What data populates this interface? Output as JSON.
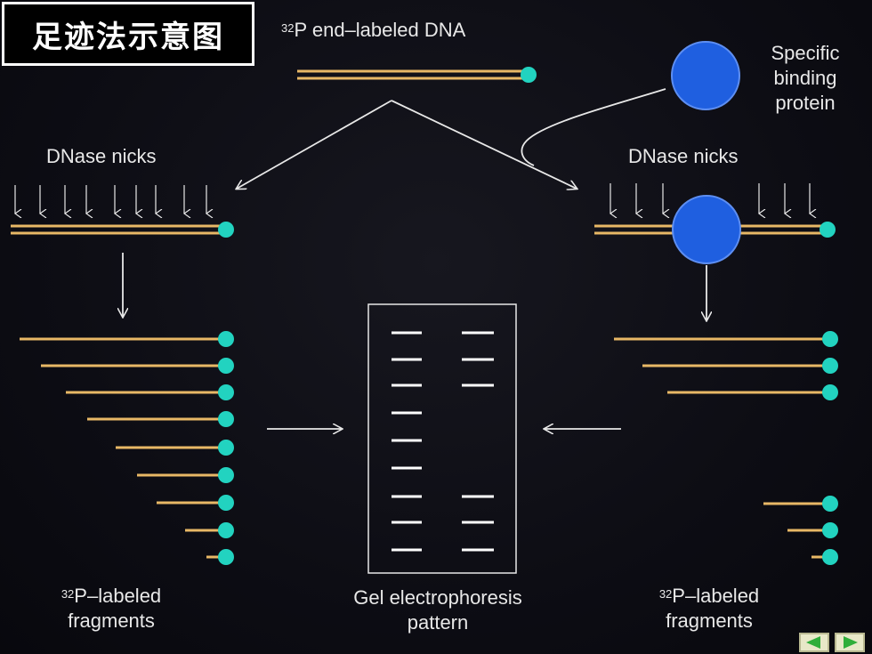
{
  "title": "足迹法示意图",
  "top_label": {
    "iso": "32",
    "text": "P end–labeled DNA"
  },
  "protein_label": [
    "Specific",
    "binding",
    "protein"
  ],
  "left_nicks_label": "DNase nicks",
  "right_nicks_label": "DNase nicks",
  "left_fragments_label": {
    "iso": "32",
    "line1": "P–labeled",
    "line2": "fragments"
  },
  "right_fragments_label": {
    "iso": "32",
    "line1": "P–labeled",
    "line2": "fragments"
  },
  "gel_label": [
    "Gel electrophoresis",
    "pattern"
  ],
  "colors": {
    "strand": "#e8b866",
    "label_end": "#22d3c0",
    "protein": "#1f5fe0",
    "gel_band": "#ffffff",
    "arrow": "#e8e8e8"
  },
  "nav": {
    "prev_icon": "triangle-left-icon",
    "next_icon": "triangle-right-icon"
  }
}
